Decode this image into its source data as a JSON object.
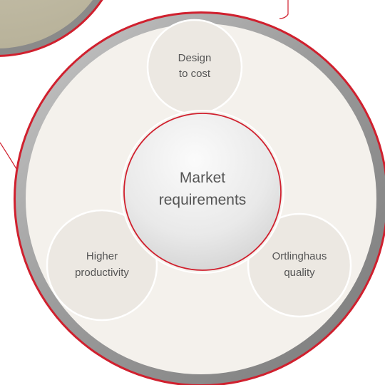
{
  "diagram": {
    "center_label_lines": [
      "Market",
      "requirements"
    ],
    "nodes": [
      {
        "id": "design-to-cost",
        "lines": [
          "Design",
          "to cost"
        ]
      },
      {
        "id": "higher-productivity",
        "lines": [
          "Higher",
          "productivity"
        ]
      },
      {
        "id": "ortlinghaus-quality",
        "lines": [
          "Ortlinghaus",
          "quality"
        ]
      }
    ]
  },
  "colors": {
    "accent_red": "#d0202e",
    "ring_gray": "#9a9a9a",
    "disc_fill": "#f4f1ec",
    "node_fill": "#ece8e2",
    "text": "#555555"
  }
}
